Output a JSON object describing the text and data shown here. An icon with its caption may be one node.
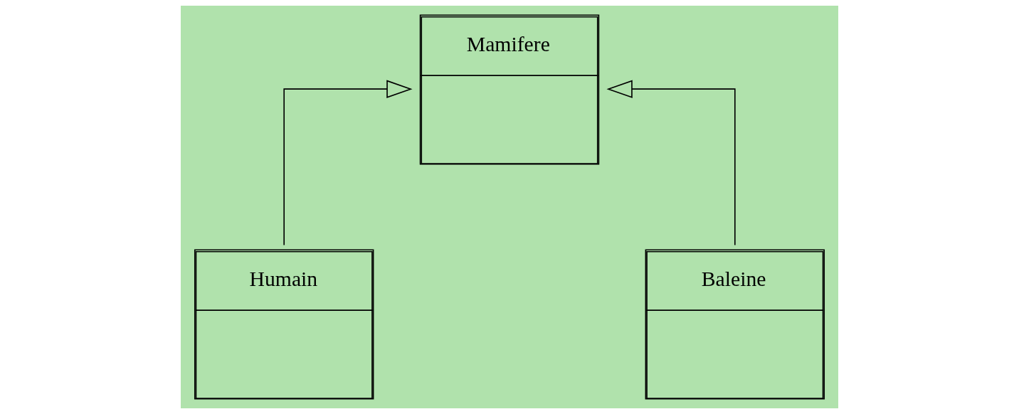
{
  "diagram": {
    "nodes": [
      {
        "text": [
          "Mamifere"
        ]
      },
      {
        "text": [
          "Humain"
        ]
      },
      {
        "text": [
          "Baleine"
        ]
      }
    ],
    "edges": [
      {
        "from": 1,
        "to": 0,
        "arrow": "to"
      },
      {
        "from": 2,
        "to": 0,
        "arrow": "to"
      }
    ]
  }
}
